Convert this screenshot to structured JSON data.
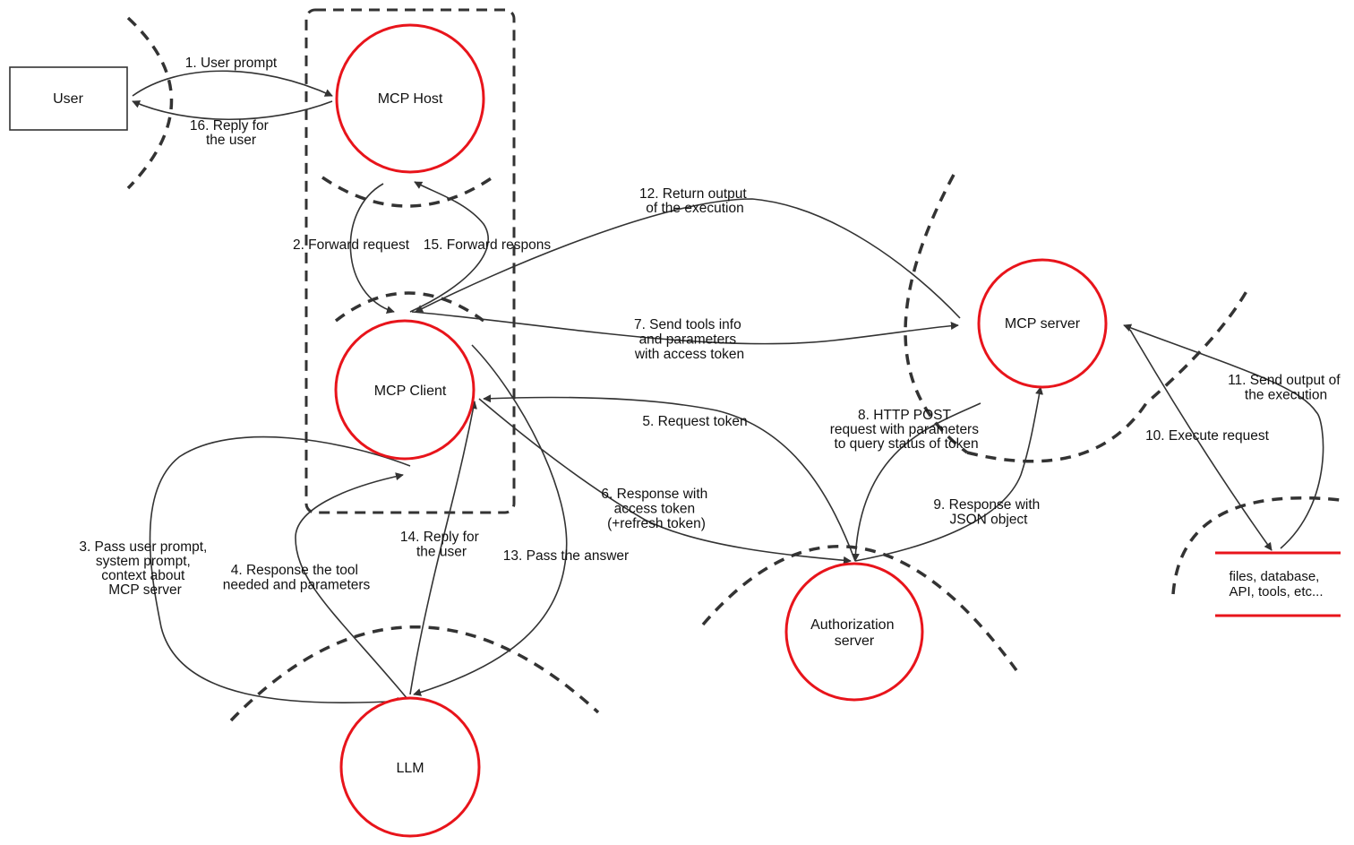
{
  "nodes": {
    "user": "User",
    "mcp_host": "MCP Host",
    "mcp_client": "MCP Client",
    "llm": "LLM",
    "mcp_server": "MCP server",
    "auth_server": [
      "Authorization",
      "server"
    ],
    "data_store": [
      "files, database,",
      "API, tools, etc..."
    ]
  },
  "edges": {
    "e1": [
      "1. User prompt"
    ],
    "e2": [
      "2. Forward request"
    ],
    "e3": [
      "3. Pass user prompt,",
      "system prompt,",
      "context about",
      "MCP server"
    ],
    "e4": [
      "4. Response the tool",
      "needed and parameters"
    ],
    "e5": [
      "5. Request token"
    ],
    "e6": [
      "6. Response with",
      "access token",
      "(+refresh token)"
    ],
    "e7": [
      "7. Send tools info",
      "and parameters",
      "with access token"
    ],
    "e8": [
      "8. HTTP POST",
      "request with parameters",
      "to query status of token"
    ],
    "e9": [
      "9. Response with",
      "JSON object"
    ],
    "e10": [
      "10. Execute request"
    ],
    "e11": [
      "11. Send output of",
      "the execution"
    ],
    "e12": [
      "12. Return output",
      "of the execution"
    ],
    "e13": [
      "13. Pass the answer"
    ],
    "e14": [
      "14. Reply for",
      "the user"
    ],
    "e15": [
      "15. Forward respons"
    ],
    "e16": [
      "16. Reply for",
      "the user"
    ]
  },
  "colors": {
    "process_stroke": "#e8141b",
    "line": "#333333",
    "text": "#111111"
  }
}
